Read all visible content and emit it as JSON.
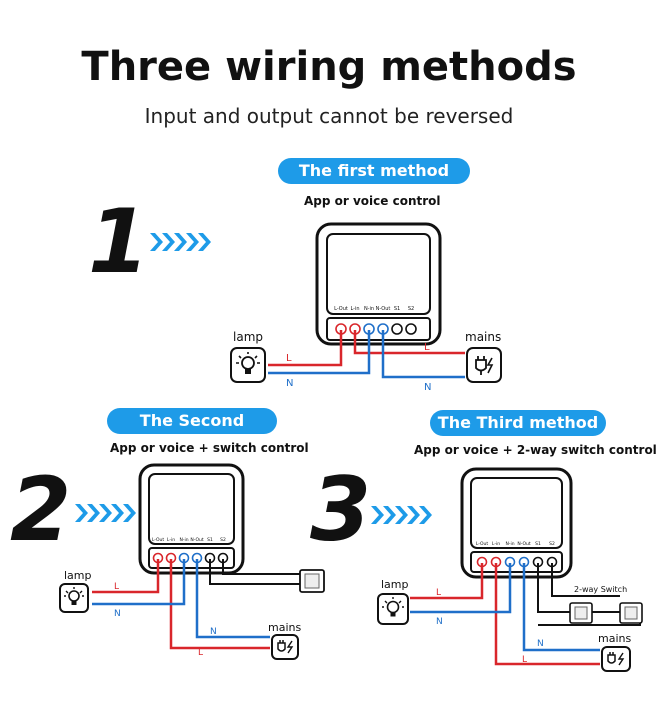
{
  "header": {
    "title": "Three wiring methods",
    "subtitle": "Input and output cannot be reversed"
  },
  "methods": [
    {
      "number": "1",
      "badge": "The first method",
      "caption": "App or voice control"
    },
    {
      "number": "2",
      "badge": "The Second method",
      "caption": "App or voice + switch control"
    },
    {
      "number": "3",
      "badge": "The  Third  method",
      "caption": "App or voice + 2-way switch control"
    }
  ],
  "terminals": [
    "L-Out",
    "L-in",
    "N-in",
    "N-Out",
    "S1",
    "S2"
  ],
  "labels": {
    "lamp": "lamp",
    "mains": "mains",
    "live": "L",
    "neutral": "N",
    "two_way_switch": "2-way Switch"
  },
  "colors": {
    "accent": "#1e9be8",
    "live_wire": "#d9262b",
    "neutral_wire": "#1f6fc9",
    "switch_wire": "#111111"
  },
  "icons": [
    "arrow-chevrons-icon",
    "lamp-icon",
    "plug-icon",
    "switch-icon"
  ]
}
